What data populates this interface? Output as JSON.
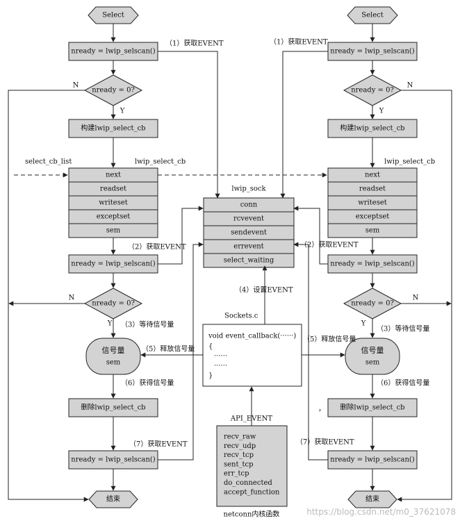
{
  "left": {
    "start": "Select",
    "scan1": "nready = lwip_selscan()",
    "cond1": "nready = 0?",
    "build": "构建lwip_select_cb",
    "struct_label": "lwip_select_cb",
    "fields": [
      "next",
      "readset",
      "writeset",
      "exceptset",
      "sem"
    ],
    "scan2": "nready = lwip_selscan()",
    "cond2": "nready = 0?",
    "sem_line1": "信号量",
    "sem_line2": "sem",
    "delete": "删除lwip_select_cb",
    "scan3": "nready = lwip_selscan()",
    "end": "结束",
    "n1": "N",
    "y1": "Y",
    "n2": "N",
    "y2": "Y"
  },
  "right": {
    "start": "Select",
    "scan1": "nready = lwip_selscan()",
    "cond1": "nready = 0?",
    "build": "构建lwip_select_cb",
    "struct_label": "lwip_select_cb",
    "fields": [
      "next",
      "readset",
      "writeset",
      "exceptset",
      "sem"
    ],
    "scan2": "nready = lwip_selscan()",
    "cond2": "nready = 0?",
    "sem_line1": "信号量",
    "sem_line2": "sem",
    "delete": "删除lwip_select_cb",
    "scan3": "nready = lwip_selscan()",
    "end": "结束",
    "n1": "N",
    "y1": "Y",
    "n2": "N",
    "y2": "Y"
  },
  "center": {
    "sock_label": "lwip_sock",
    "sock_fields": [
      "conn",
      "rcvevent",
      "sendevent",
      "errevent",
      "select_waiting"
    ],
    "sockets_label": "Sockets.c",
    "code": [
      "void event_callback(······)",
      "{",
      "······",
      "······",
      "}"
    ],
    "api_label": "API_EVENT",
    "netconn_funcs": [
      "recv_raw",
      "recv_udp",
      "recv_tcp",
      "sent_tcp",
      "err_tcp",
      "do_connected",
      "accept_function"
    ],
    "netconn_label": "netconn内核函数"
  },
  "labels": {
    "select_cb_list": "select_cb_list",
    "get_event_1_left": "（1）获取EVENT",
    "get_event_1_right": "（1）获取EVENT",
    "get_event_2_left": "（2）获取EVENT",
    "get_event_2_right": "（2）获取EVENT",
    "set_event_4": "（4）设置EVENT",
    "wait_sem_3_left": "（3）等待信号量",
    "wait_sem_3_right": "（3）等待信号量",
    "release_sem_5_left": "（5）释放信号量",
    "release_sem_5_right": "（5）释放信号量",
    "obtain_sem_6_left": "（6）获得信号量",
    "obtain_sem_6_right": "（6）获得信号量",
    "get_event_7_left": "（7）获取EVENT",
    "get_event_7_right": "（7）获取EVENT",
    "stray_mark": "，"
  },
  "watermark": "https://blog.csdn.net/m0_37621078"
}
